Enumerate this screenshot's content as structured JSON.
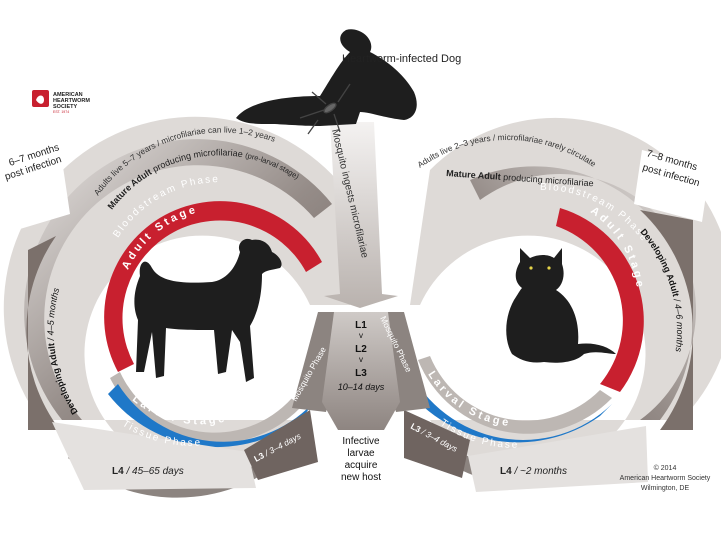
{
  "logo": {
    "text_line1": "AMERICAN",
    "text_line2": "HEARTWORM",
    "text_line3": "SOCIETY",
    "est": "EST. 1974",
    "icon": "heart-with-worm-icon"
  },
  "top": {
    "infected_dog_label": "Heartworm-infected Dog",
    "mosquito_ingests": "Mosquito ingests microfilariae"
  },
  "dog_cycle": {
    "adult_life_note": "Adults live 5–7 years / microfilariae can live 1–2 years",
    "mature_adult_bold": "Mature Adult",
    "mature_adult_rest": " producing microfilariae ",
    "mature_adult_paren": "(pre-larval stage)",
    "timing_line1": "6–7 months",
    "timing_line2": "post infection",
    "bloodstream_phase": "Bloodstream Phase",
    "adult_stage": "Adult Stage",
    "developing_adult_bold": "Developing Adult",
    "developing_adult_rest": " / 4–5 months",
    "larval_stage": "Larval Stage",
    "tissue_phase": "Tissue Phase",
    "mosquito_phase": "Mosquito Phase",
    "l4_bold": "L4",
    "l4_rest": " / 45–65 days",
    "l3_bold": "L3",
    "l3_rest": " / 3–4 days"
  },
  "cat_cycle": {
    "adult_life_note": "Adults live 2–3 years / microfilariae rarely circulate",
    "mature_adult_bold": "Mature Adult",
    "mature_adult_rest": " producing microfilariae",
    "timing_line1": "7–8 months",
    "timing_line2": "post infection",
    "bloodstream_phase": "Bloodstream Phase",
    "adult_stage": "Adult Stage",
    "developing_adult_bold": "Developing Adult",
    "developing_adult_rest": " / 4–6 months",
    "larval_stage": "Larval Stage",
    "tissue_phase": "Tissue Phase",
    "mosquito_phase": "Mosquito Phase",
    "l4_bold": "L4",
    "l4_rest": " / ~2 months",
    "l3_bold": "L3",
    "l3_rest": " / 3–4 days"
  },
  "center": {
    "l1": "L1",
    "arrow1": "v",
    "l2": "L2",
    "arrow2": "v",
    "l3": "L3",
    "duration": "10–14 days",
    "infective_line1": "Infective",
    "infective_line2": "larvae",
    "infective_line3": "acquire",
    "infective_line4": "new host"
  },
  "copyright": {
    "line1": "© 2014",
    "line2": "American Heartworm Society",
    "line3": "Wilmington, DE"
  },
  "colors": {
    "ring_brown_dark": "#6f6460",
    "ring_brown_mid": "#8c8480",
    "ring_light": "#bdb7b3",
    "adult_red": "#c8202f",
    "larval_blue": "#1f78c8",
    "silhouette": "#1e1e1e"
  }
}
